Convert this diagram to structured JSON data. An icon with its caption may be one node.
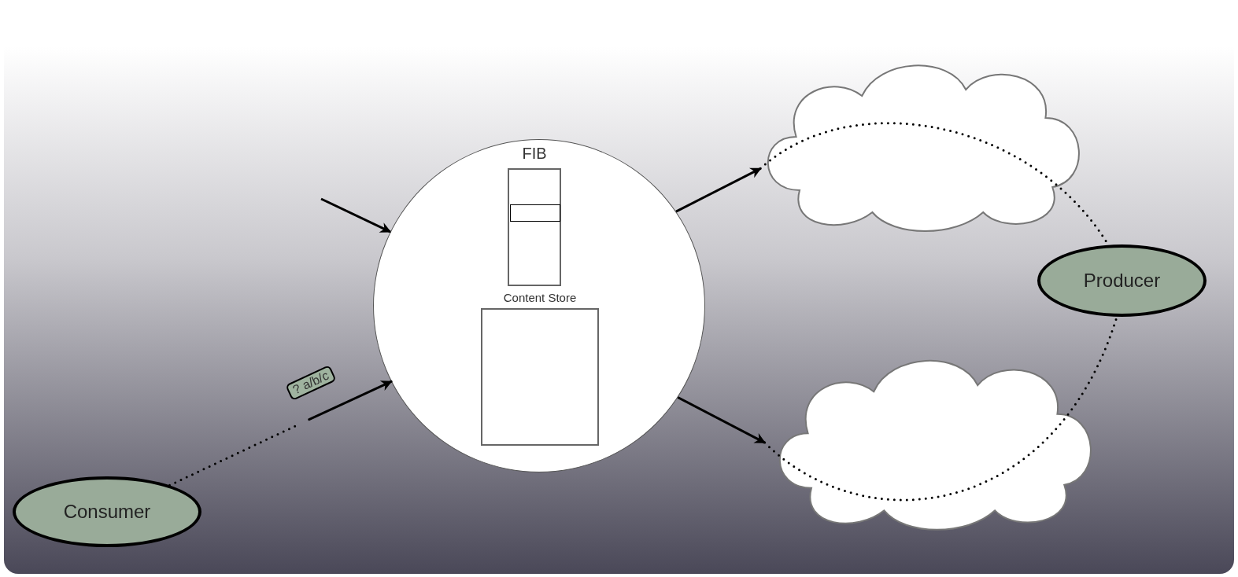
{
  "diagram": {
    "nodes": [
      {
        "text": [
          "Consumer"
        ]
      },
      {
        "text": [],
        "shape": "circle"
      },
      {
        "text": [
          "FIB"
        ],
        "in": 1
      },
      {
        "text": [],
        "shape": "box",
        "in": 2
      },
      {
        "text": [
          "Content Store"
        ],
        "in": 1
      },
      {
        "text": [],
        "shape": "cloud"
      },
      {
        "text": [],
        "shape": "cloud"
      },
      {
        "text": [
          "Producer"
        ]
      }
    ],
    "edges": [
      {
        "from": null,
        "to": 1,
        "arrow": "to"
      },
      {
        "from": 0,
        "to": 1,
        "arrow": "to",
        "label": "? a/b/c",
        "style": "dashed"
      },
      {
        "from": 1,
        "to": 5,
        "arrow": "to"
      },
      {
        "from": 1,
        "to": 6,
        "arrow": "to"
      },
      {
        "from": 5,
        "to": 7,
        "arrow": "none",
        "style": "dashed"
      },
      {
        "from": 6,
        "to": 7,
        "arrow": "none",
        "style": "dashed"
      }
    ]
  }
}
